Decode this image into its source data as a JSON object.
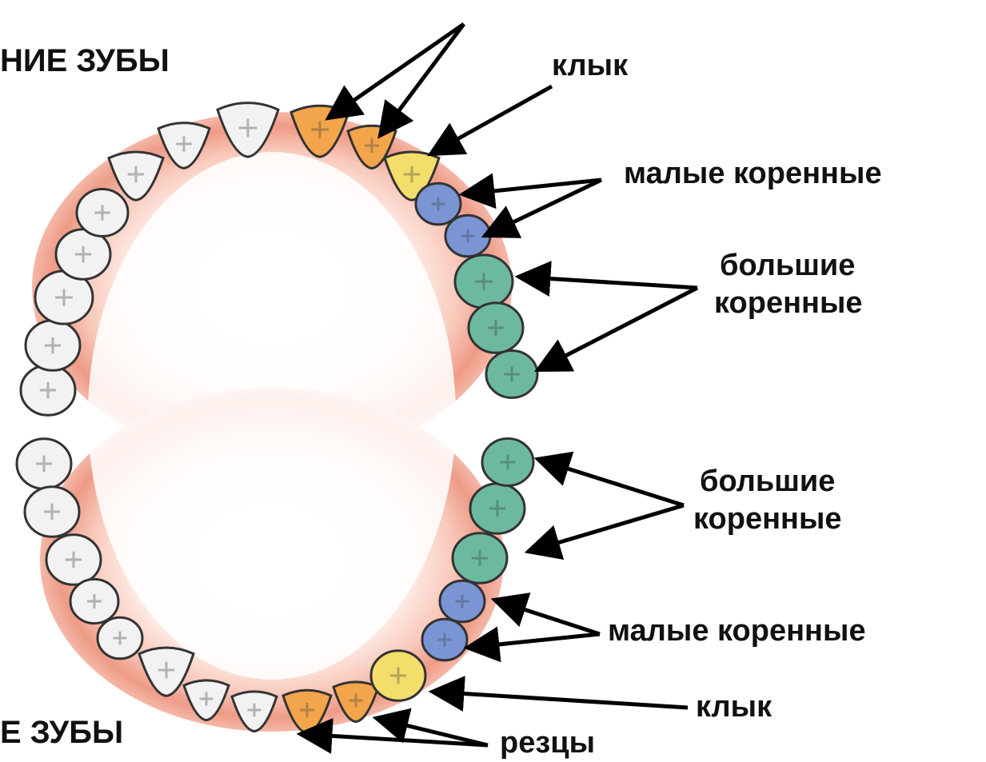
{
  "labels": {
    "upper_jaw": "НИЕ ЗУБЫ",
    "lower_jaw": "Е ЗУБЫ",
    "upper_canine": "клык",
    "upper_premolars": "малые коренные",
    "upper_molars_line1": "большие",
    "upper_molars_line2": "коренные",
    "lower_molars_line1": "большие",
    "lower_molars_line2": "коренные",
    "lower_premolars": "малые коренные",
    "lower_canine": "клык",
    "lower_incisors": "резцы"
  },
  "colors": {
    "incisor": "#f2a54a",
    "canine": "#f3de6c",
    "premolar": "#7b95d4",
    "molar": "#6cb9a0",
    "other_teeth": "#f2f2f2",
    "gum": "#ef8f7b",
    "arrow": "#000000"
  }
}
